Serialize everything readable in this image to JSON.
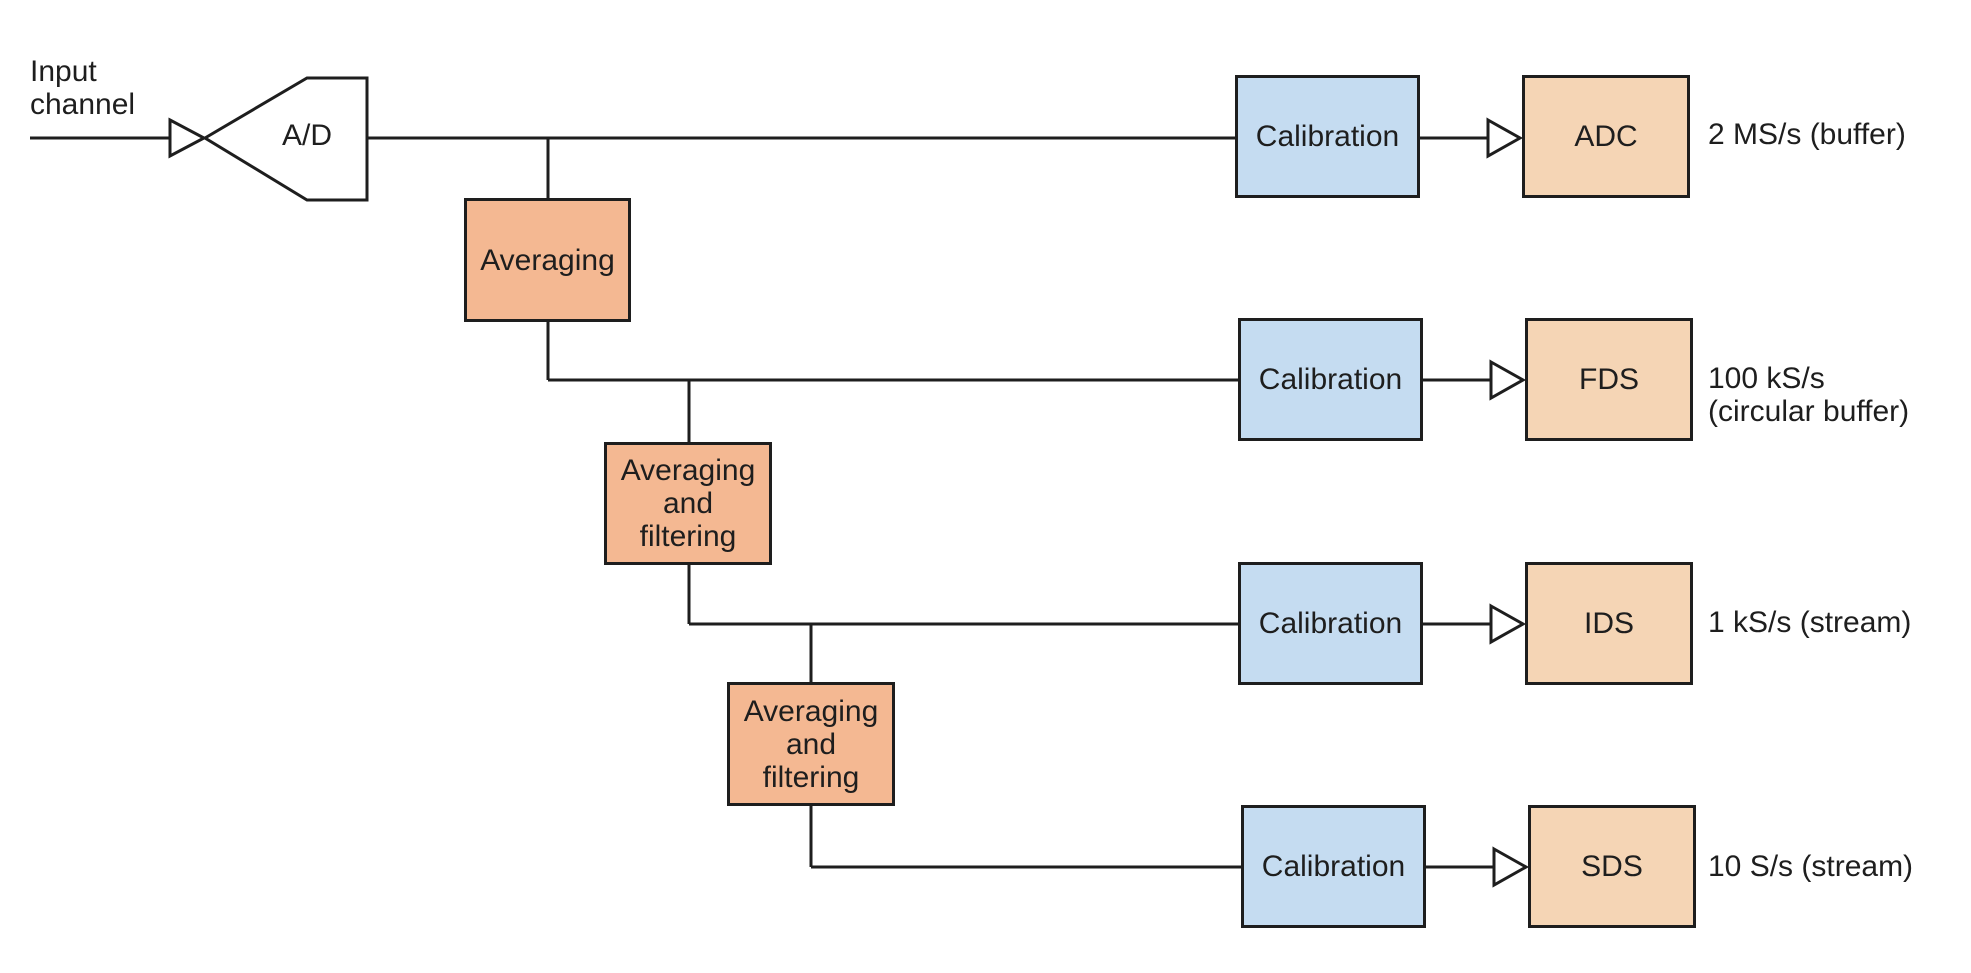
{
  "input_label": "Input\nchannel",
  "converter_label": "A/D",
  "processing": [
    {
      "label": "Averaging"
    },
    {
      "label": "Averaging\nand\nfiltering"
    },
    {
      "label": "Averaging\nand\nfiltering"
    }
  ],
  "outputs": [
    {
      "calibration": "Calibration",
      "dataset": "ADC",
      "rate": "2 MS/s (buffer)"
    },
    {
      "calibration": "Calibration",
      "dataset": "FDS",
      "rate": "100 kS/s\n(circular buffer)"
    },
    {
      "calibration": "Calibration",
      "dataset": "IDS",
      "rate": "1 kS/s (stream)"
    },
    {
      "calibration": "Calibration",
      "dataset": "SDS",
      "rate": "10 S/s (stream)"
    }
  ],
  "colors": {
    "processing_fill": "#f4b892",
    "calibration_fill": "#c5dcf1",
    "dataset_fill": "#f5d5b5",
    "line": "#1e1e1e"
  }
}
